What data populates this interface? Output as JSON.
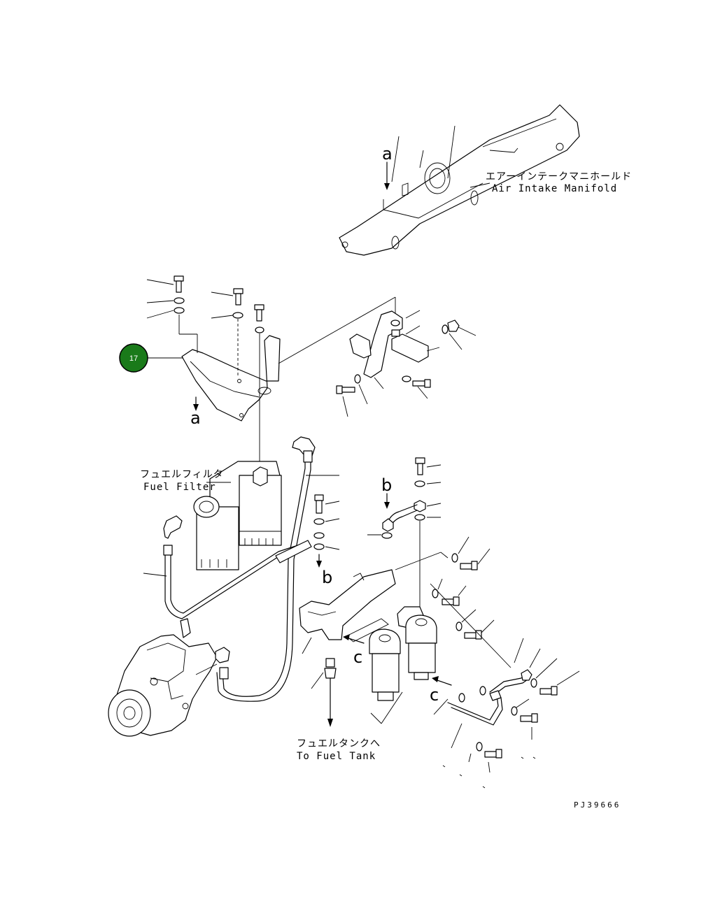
{
  "labels": {
    "air_intake_jp": "エアーインテークマニホールド",
    "air_intake_en": "Air Intake Manifold",
    "fuel_filter_jp": "フュエルフィルタ",
    "fuel_filter_en": "Fuel Filter",
    "fuel_tank_jp": "フュエルタンクへ",
    "fuel_tank_en": "To Fuel Tank",
    "ref_a_top": "a",
    "ref_a_bracket": "a",
    "ref_b_top": "b",
    "ref_b_bottom": "b",
    "ref_c_left": "c",
    "ref_c_right": "c",
    "drawing_code": "PJ39666"
  },
  "callout": {
    "number": "17",
    "color": "#1a7a1a"
  }
}
